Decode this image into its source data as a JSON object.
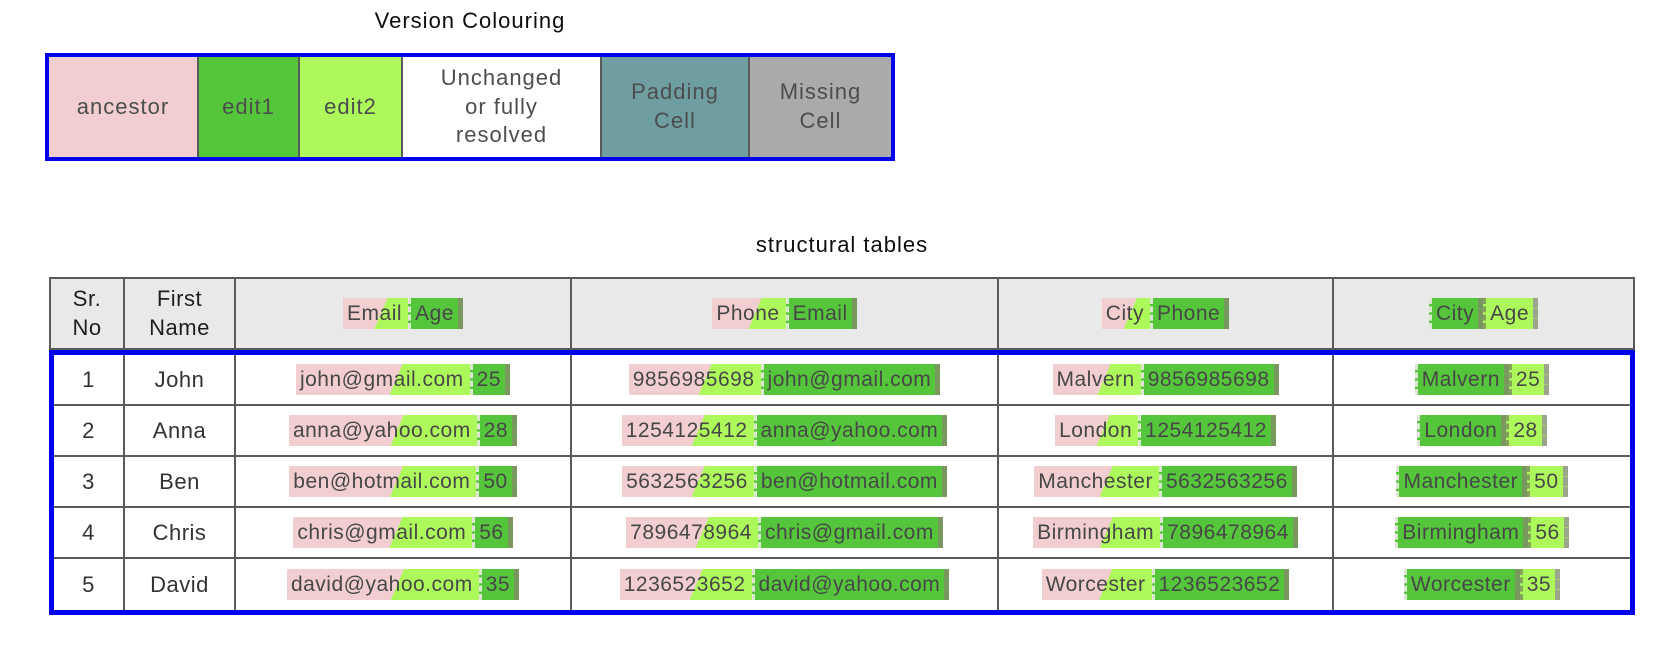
{
  "colors": {
    "ancestor-pink": "#f2ced1",
    "edit1-green": "#55c63b",
    "edit2-light-green": "#adf95c",
    "unchanged-white": "#ffffff",
    "padding-teal": "#6f9ea1",
    "missing-gray": "#aaa9ab",
    "header-bg": "#e9e9e9",
    "grid-border": "#5a5a5a",
    "blue-outline": "#0000ee"
  },
  "legend": {
    "title": "Version Colouring",
    "items": [
      {
        "label": "ancestor",
        "swatch": "ancestor-pink"
      },
      {
        "label": "edit1",
        "swatch": "edit1-green"
      },
      {
        "label": "edit2",
        "swatch": "edit2-light-green"
      },
      {
        "label": "Unchanged\nor fully\nresolved",
        "swatch": "unchanged-white"
      },
      {
        "label": "Padding\nCell",
        "swatch": "padding-teal"
      },
      {
        "label": "Missing\nCell",
        "swatch": "missing-gray"
      }
    ]
  },
  "table": {
    "title": "structural tables",
    "plain_headers": [
      {
        "key": "sr_no",
        "lines": "Sr.\nNo"
      },
      {
        "key": "first_name",
        "lines": "First\nName"
      }
    ],
    "merged_headers": [
      {
        "key": "email_age",
        "tokens": [
          {
            "text": "Email",
            "style": "merge-diagonal"
          },
          {
            "text": "Age",
            "style": "edit1"
          }
        ]
      },
      {
        "key": "phone_email",
        "tokens": [
          {
            "text": "Phone",
            "style": "merge-diagonal"
          },
          {
            "text": "Email",
            "style": "edit1"
          }
        ]
      },
      {
        "key": "city_phone",
        "tokens": [
          {
            "text": "City",
            "style": "merge-diagonal"
          },
          {
            "text": "Phone",
            "style": "edit1"
          }
        ]
      },
      {
        "key": "city_age",
        "tokens": [
          {
            "text": "City",
            "style": "edit1"
          },
          {
            "text": "Age",
            "style": "edit2"
          }
        ]
      }
    ],
    "rows": [
      {
        "sr": "1",
        "first_name": "John",
        "cells": {
          "email_age": [
            "john@gmail.com",
            "25"
          ],
          "phone_email": [
            "9856985698",
            "john@gmail.com"
          ],
          "city_phone": [
            "Malvern",
            "9856985698"
          ],
          "city_age": [
            "Malvern",
            "25"
          ]
        }
      },
      {
        "sr": "2",
        "first_name": "Anna",
        "cells": {
          "email_age": [
            "anna@yahoo.com",
            "28"
          ],
          "phone_email": [
            "1254125412",
            "anna@yahoo.com"
          ],
          "city_phone": [
            "London",
            "1254125412"
          ],
          "city_age": [
            "London",
            "28"
          ]
        }
      },
      {
        "sr": "3",
        "first_name": "Ben",
        "cells": {
          "email_age": [
            "ben@hotmail.com",
            "50"
          ],
          "phone_email": [
            "5632563256",
            "ben@hotmail.com"
          ],
          "city_phone": [
            "Manchester",
            "5632563256"
          ],
          "city_age": [
            "Manchester",
            "50"
          ]
        }
      },
      {
        "sr": "4",
        "first_name": "Chris",
        "cells": {
          "email_age": [
            "chris@gmail.com",
            "56"
          ],
          "phone_email": [
            "7896478964",
            "chris@gmail.com"
          ],
          "city_phone": [
            "Birmingham",
            "7896478964"
          ],
          "city_age": [
            "Birmingham",
            "56"
          ]
        }
      },
      {
        "sr": "5",
        "first_name": "David",
        "cells": {
          "email_age": [
            "david@yahoo.com",
            "35"
          ],
          "phone_email": [
            "1236523652",
            "david@yahoo.com"
          ],
          "city_phone": [
            "Worcester",
            "1236523652"
          ],
          "city_age": [
            "Worcester",
            "35"
          ]
        }
      }
    ]
  }
}
